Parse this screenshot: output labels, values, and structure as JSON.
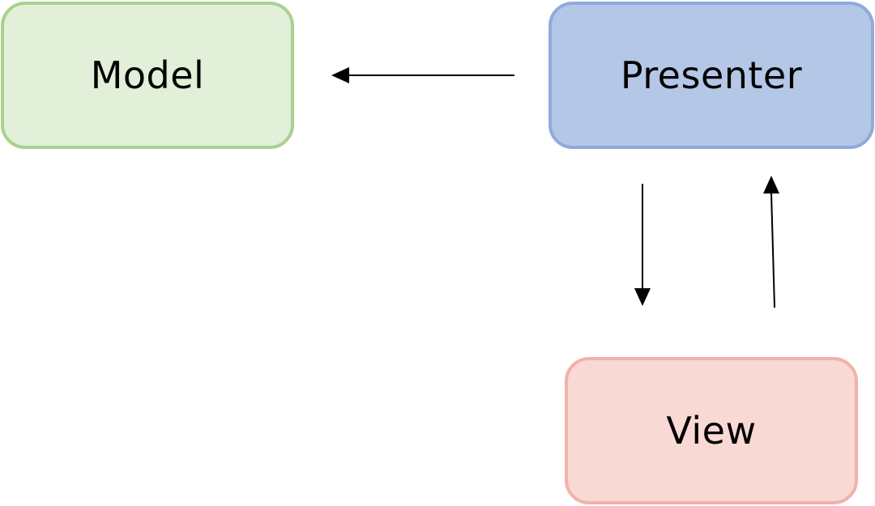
{
  "nodes": {
    "model": {
      "label": "Model",
      "fill": "#e2efd9",
      "border": "#a9d18e"
    },
    "presenter": {
      "label": "Presenter",
      "fill": "#b4c7e7",
      "border": "#8faadc"
    },
    "view": {
      "label": "View",
      "fill": "#f8d9d3",
      "border": "#f0b2aa"
    }
  },
  "edges": [
    {
      "from": "presenter",
      "to": "model"
    },
    {
      "from": "presenter",
      "to": "view"
    },
    {
      "from": "view",
      "to": "presenter"
    }
  ],
  "colors": {
    "arrow": "#000000",
    "background": "#ffffff"
  }
}
